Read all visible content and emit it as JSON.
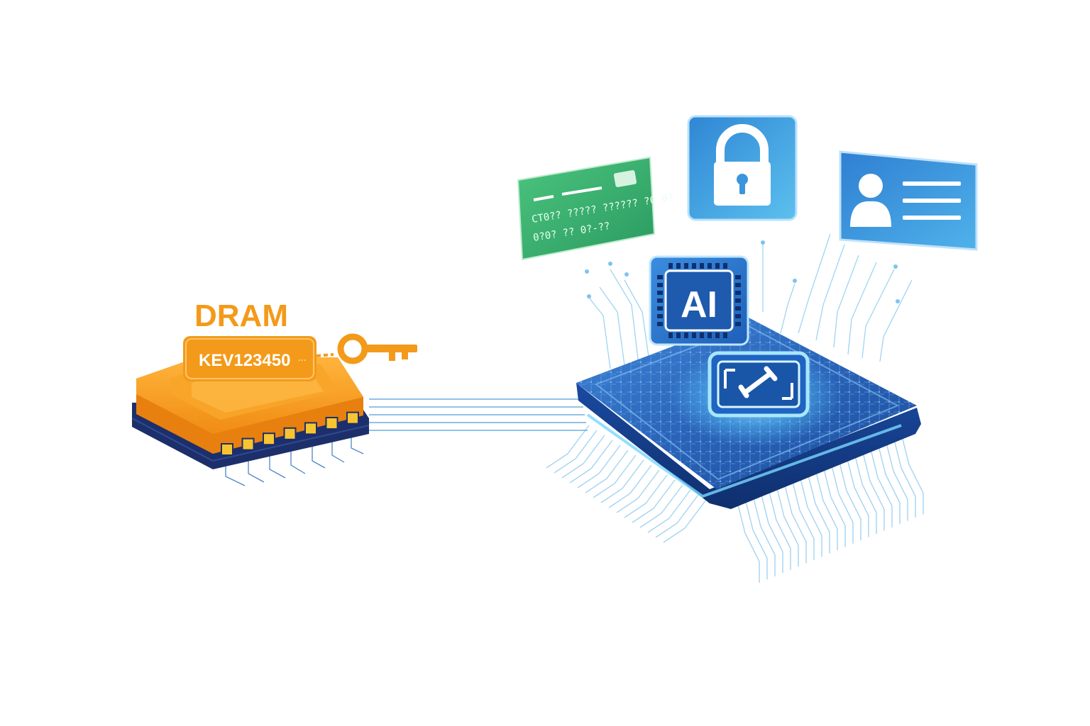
{
  "dram": {
    "title": "DRAM",
    "key_label": "KEV123450",
    "key_suffix": "···",
    "pin_count": 7
  },
  "processor": {
    "ai_label": "AI"
  },
  "credit_card": {
    "line1": "CT0??  ?????  ?????? ?0 0?",
    "line2": "0?0?  ??  0?-??"
  },
  "icons": {
    "key": "key-icon",
    "lock": "padlock-icon",
    "id_card": "id-card-icon",
    "person": "person-icon",
    "credit_card": "credit-card-icon",
    "ai_chip": "ai-chip-icon",
    "wrench": "wrench-icon",
    "processor": "processor-chip-icon"
  },
  "colors": {
    "dram_orange": "#f39a1a",
    "dram_dark": "#e07a10",
    "dram_base": "#1d2f6a",
    "pin_gold": "#f7c531",
    "chip_blue": "#2b6cc4",
    "chip_dark": "#16408a",
    "glow": "#6fd3ff",
    "card_green": "#35b26e",
    "lock_blue": "#3d9be0",
    "id_blue": "#3a8bdb",
    "trace_blue": "#7cc0ec"
  }
}
